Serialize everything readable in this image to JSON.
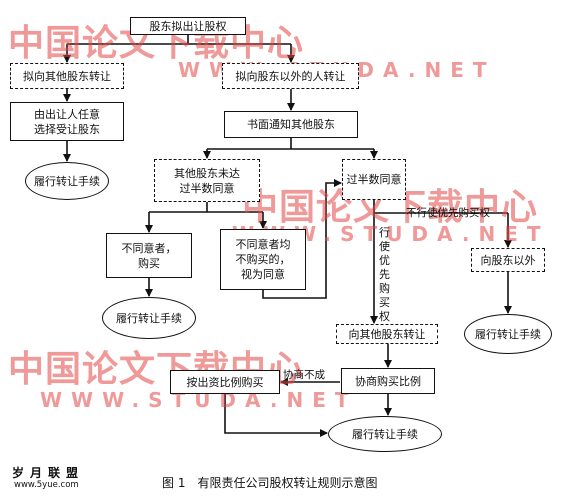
{
  "nodes": {
    "start": "股东拟出让股权",
    "internal": "拟向其他股东转让",
    "external": "拟向股东以外的人转让",
    "choose": "由出让人任意\n选择受让股东",
    "perform_left": "履行转让手续",
    "notify": "书面通知其他股东",
    "not_majority": "其他股东未达\n过半数同意",
    "majority": "过半数同意",
    "disagree_buy": "不同意者，\n购买",
    "disagree_nobuy": "不同意者均\n不购买的，\n视为同意",
    "perform_mid": "履行转让手续",
    "to_outsider": "向股东以外",
    "perform_right": "履行转让手续",
    "to_others": "向其他股东转让",
    "buy_by_ratio": "按出资比例购买",
    "negotiate": "协商购买比例",
    "perform_bottom": "履行转让手续"
  },
  "edge_labels": {
    "no_preemption": "不行使优先购买权",
    "exercise_preemption": "行使优先购买权",
    "negotiation_failed": "协商不成"
  },
  "watermarks": {
    "cn": "中国论文下载中心",
    "en": "WWW.STUDA.NET"
  },
  "brand": {
    "name": "岁月联盟",
    "url": "www.5yue.com"
  },
  "caption": "图 1　有限责任公司股权转让规则示意图"
}
